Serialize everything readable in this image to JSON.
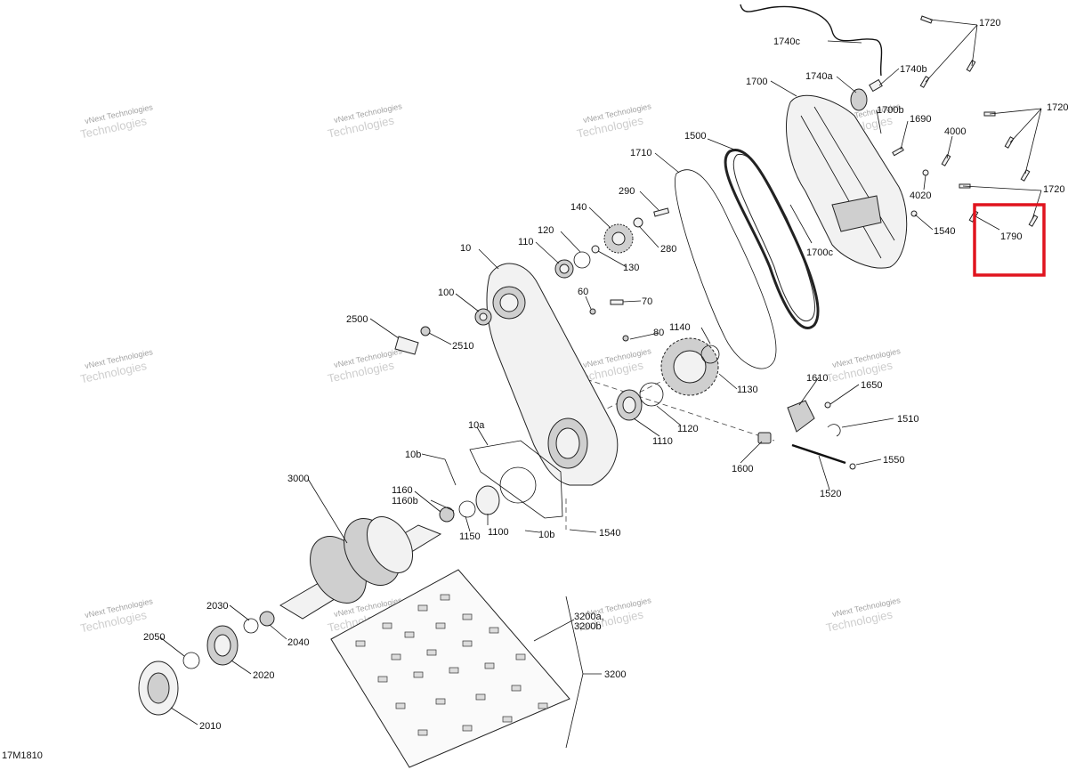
{
  "diagram_code": "17M1810",
  "watermark_line1": "vNext Technologies",
  "watermark_line2": "Technologies",
  "highlight_color": "#e0141e",
  "labels": {
    "l1720a": "1720",
    "l1740c": "1740c",
    "l1740b": "1740b",
    "l1740a": "1740a",
    "l1700": "1700",
    "l1700b": "1700b",
    "l1690": "1690",
    "l1720b": "1720",
    "l4000": "4000",
    "l4020": "4020",
    "l1720c": "1720",
    "l1540a": "1540",
    "l1790": "1790",
    "l1700c": "1700c",
    "l1500": "1500",
    "l1710": "1710",
    "l290": "290",
    "l140": "140",
    "l280": "280",
    "l120": "120",
    "l110": "110",
    "l130": "130",
    "l10": "10",
    "l60": "60",
    "l70": "70",
    "l100": "100",
    "l2500": "2500",
    "l2510": "2510",
    "l80": "80",
    "l1140": "1140",
    "l1130": "1130",
    "l1610": "1610",
    "l1650": "1650",
    "l1510": "1510",
    "l1120": "1120",
    "l1110": "1110",
    "l1600": "1600",
    "l1550": "1550",
    "l1520": "1520",
    "l10a": "10a",
    "l10b": "10b",
    "l3000": "3000",
    "l1160": "1160",
    "l1160b": "1160b",
    "l1150": "1150",
    "l1100": "1100",
    "l10b2": "10b",
    "l1540b": "1540",
    "l2030": "2030",
    "l2040": "2040",
    "l2050": "2050",
    "l2020": "2020",
    "l2010": "2010",
    "l3200a": "3200a,",
    "l3200b": "3200b",
    "l3200": "3200"
  }
}
